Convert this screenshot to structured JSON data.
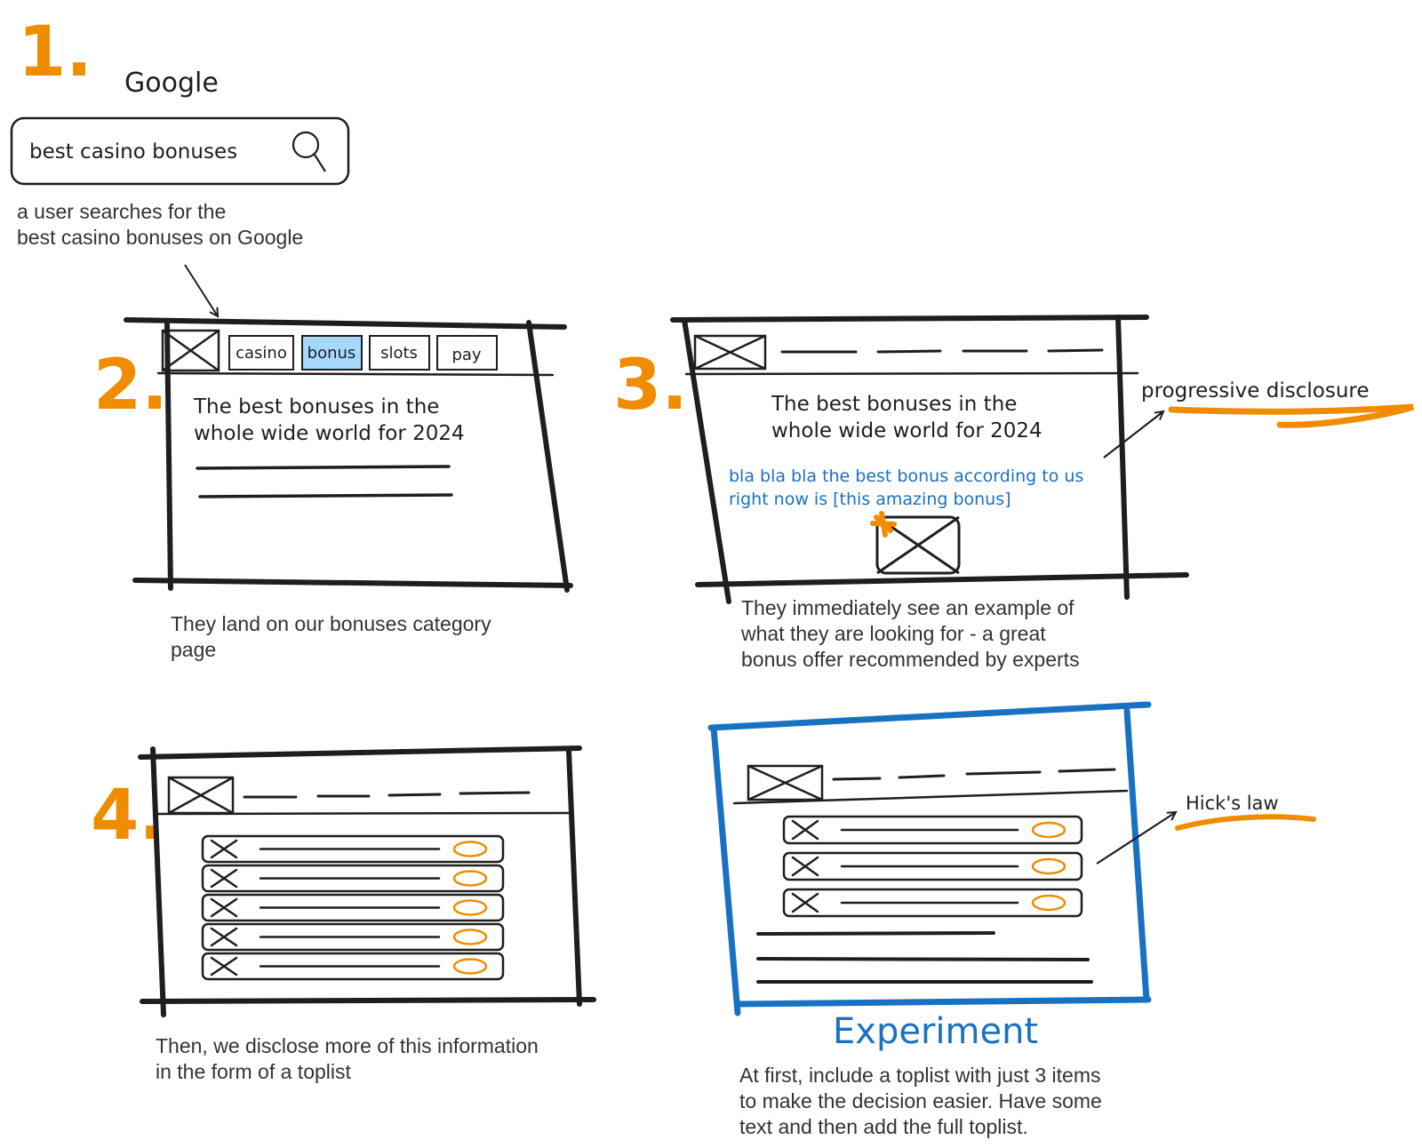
{
  "colors": {
    "ink": "#1e1e1e",
    "accent": "#f08c00",
    "blue": "#1971c2",
    "highlight": "#a5d8ff",
    "caption": "#333333"
  },
  "step1": {
    "number": "1.",
    "brand": "Google",
    "search_value": "best casino bonuses",
    "search_icon": "search-icon",
    "caption_lines": [
      "a user searches for the",
      "best casino bonuses on Google"
    ]
  },
  "step2": {
    "number": "2.",
    "nav_tabs": [
      "casino",
      "bonus",
      "slots",
      "pay"
    ],
    "active_tab": "bonus",
    "heading_lines": [
      "The best bonuses in the",
      "whole wide world for 2024"
    ],
    "caption_lines": [
      "They land on our bonuses category",
      "page"
    ]
  },
  "step3": {
    "number": "3.",
    "heading_lines": [
      "The best bonuses in the",
      "whole wide world for 2024"
    ],
    "body_lines": [
      "bla bla bla the best bonus according to us",
      "right now is [this amazing bonus]"
    ],
    "annotation": "progressive disclosure",
    "caption_lines": [
      "They immediately see an example of",
      "what they are looking for - a great",
      "bonus offer recommended by experts"
    ]
  },
  "step4": {
    "number": "4.",
    "toplist_rows": 5,
    "caption_lines": [
      "Then, we disclose more of this information",
      "in the form of a toplist"
    ]
  },
  "experiment": {
    "title": "Experiment",
    "toplist_rows": 3,
    "annotation": "Hick's law",
    "caption_lines": [
      "At first, include a toplist with just 3 items",
      "to make the decision easier. Have some",
      "text and then add the full toplist."
    ]
  }
}
